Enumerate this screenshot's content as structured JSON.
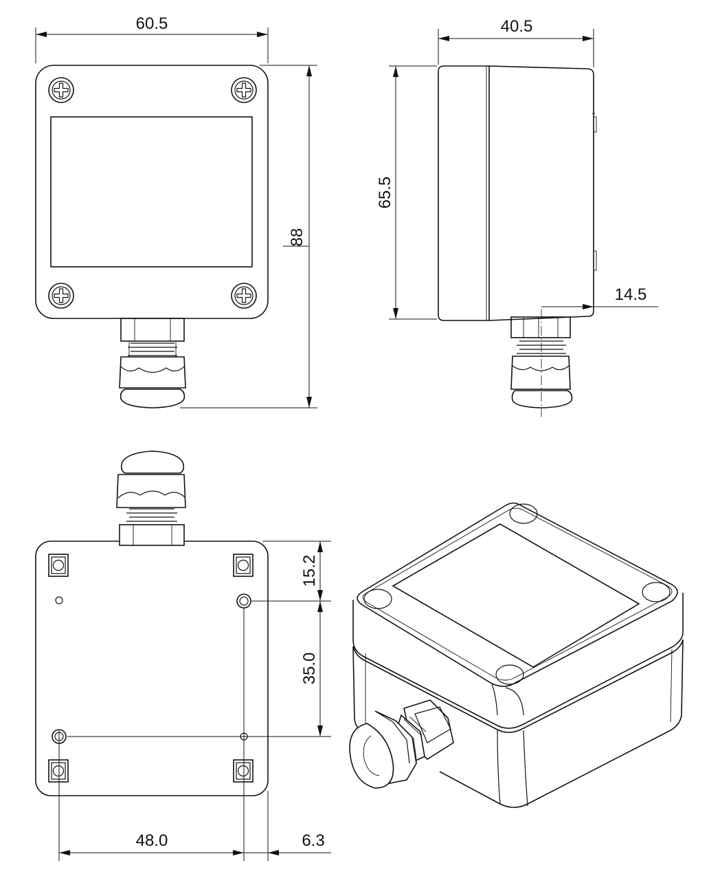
{
  "drawing": {
    "views": [
      "front",
      "side",
      "bottom",
      "isometric"
    ],
    "line_color": "#111111",
    "background": "#ffffff",
    "dimensions": {
      "front_width": "60.5",
      "front_height": "88",
      "side_depth": "40.5",
      "side_height": "65.5",
      "side_gland_offset": "14.5",
      "bottom_top_offset": "15.2",
      "bottom_hole_vertical": "35.0",
      "bottom_hole_horizontal": "48.0",
      "bottom_edge_offset": "6.3"
    }
  }
}
